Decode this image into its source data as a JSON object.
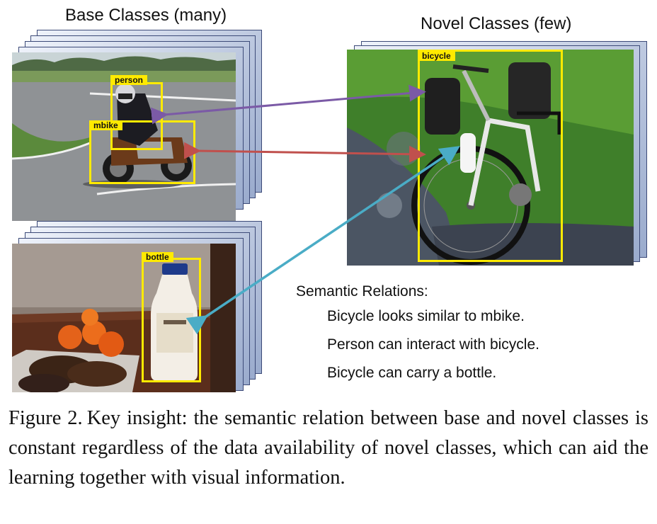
{
  "headings": {
    "base": "Base Classes (many)",
    "novel": "Novel Classes (few)"
  },
  "boxes": {
    "person": "person",
    "mbike": "mbike",
    "bottle": "bottle",
    "bicycle": "bicycle"
  },
  "relations": {
    "title": "Semantic Relations:",
    "items": [
      "Bicycle looks similar to mbike.",
      "Person can interact with bicycle.",
      "Bicycle can carry a bottle."
    ]
  },
  "caption": {
    "label": "Figure 2.",
    "text": "Key insight: the semantic relation between base and novel classes is constant regardless of the data availability of novel classes, which can aid the learning together with visual information."
  },
  "colors": {
    "box": "#ffea00",
    "arrow_person": "#7b5aa6",
    "arrow_mbike": "#c0504d",
    "arrow_bottle": "#4aacc6"
  }
}
